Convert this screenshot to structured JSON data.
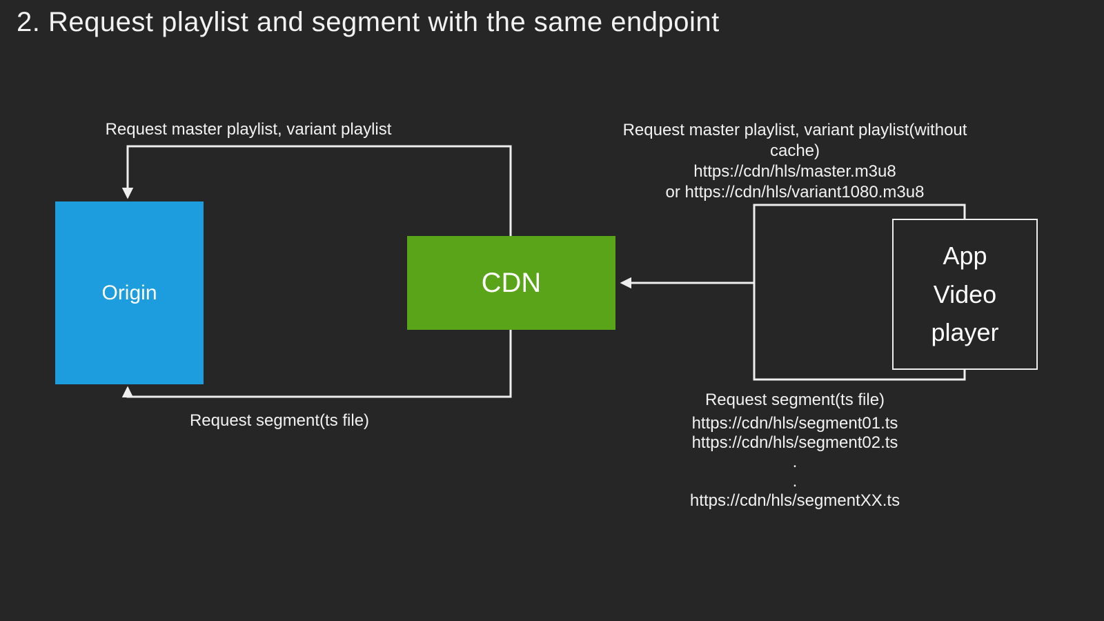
{
  "title": "2. Request playlist and segment with the same endpoint",
  "nodes": {
    "origin": {
      "label": "Origin"
    },
    "cdn": {
      "label": "CDN"
    },
    "app": {
      "label": "App\nVideo\nplayer"
    }
  },
  "annotations": {
    "request_playlist_origin": "Request master playlist, variant playlist",
    "request_segment_origin": "Request segment(ts file)",
    "request_playlist_cdn": {
      "line1": "Request master playlist, variant playlist(without cache)",
      "line2": "https://cdn/hls/master.m3u8",
      "line3": "or https://cdn/hls/variant1080.m3u8"
    },
    "request_segment_cdn": {
      "title": "Request segment(ts file)",
      "lines": [
        "https://cdn/hls/segment01.ts",
        "https://cdn/hls/segment02.ts",
        ".",
        ".",
        "https://cdn/hls/segmentXX.ts"
      ]
    }
  },
  "colors": {
    "background": "#262626",
    "origin_box": "#1d9dde",
    "cdn_box": "#5aa41a",
    "app_border": "#eeeeee",
    "line": "#eeeeee",
    "text": "#f2f2f2"
  }
}
